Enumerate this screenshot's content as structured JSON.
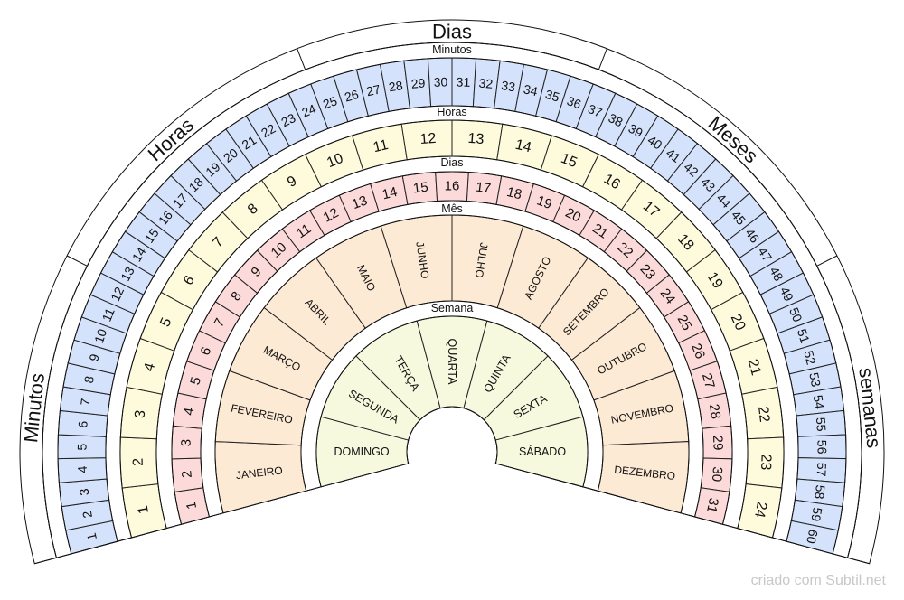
{
  "outer_labels": [
    "Minutos",
    "Horas",
    "Dias",
    "Meses",
    "semanas"
  ],
  "ring_titles": {
    "minutes": "Minutos",
    "hours": "Horas",
    "days": "Dias",
    "months": "Mês",
    "weekdays": "Semana"
  },
  "rings": {
    "minutes": [
      "1",
      "2",
      "3",
      "4",
      "5",
      "6",
      "7",
      "8",
      "9",
      "10",
      "11",
      "12",
      "13",
      "14",
      "15",
      "16",
      "17",
      "18",
      "19",
      "20",
      "21",
      "22",
      "23",
      "24",
      "25",
      "26",
      "27",
      "28",
      "29",
      "30",
      "31",
      "32",
      "33",
      "34",
      "35",
      "36",
      "37",
      "38",
      "39",
      "40",
      "41",
      "42",
      "43",
      "44",
      "45",
      "46",
      "47",
      "48",
      "49",
      "50",
      "51",
      "52",
      "53",
      "54",
      "55",
      "56",
      "57",
      "58",
      "59",
      "60"
    ],
    "hours": [
      "1",
      "2",
      "3",
      "4",
      "5",
      "6",
      "7",
      "8",
      "9",
      "10",
      "11",
      "12",
      "13",
      "14",
      "15",
      "16",
      "17",
      "18",
      "19",
      "20",
      "21",
      "22",
      "23",
      "24"
    ],
    "days": [
      "1",
      "2",
      "3",
      "4",
      "5",
      "6",
      "7",
      "8",
      "9",
      "10",
      "11",
      "12",
      "13",
      "14",
      "15",
      "16",
      "17",
      "18",
      "19",
      "20",
      "21",
      "22",
      "23",
      "24",
      "25",
      "26",
      "27",
      "28",
      "29",
      "30",
      "31"
    ],
    "months": [
      "JANEIRO",
      "FEVEREIRO",
      "MARÇO",
      "ABRIL",
      "MAIO",
      "JUNHO",
      "JULHO",
      "AGOSTO",
      "SETEMBRO",
      "OUTUBRO",
      "NOVEMBRO",
      "DEZEMBRO"
    ],
    "weekdays": [
      "DOMINGO",
      "SEGUNDA",
      "TERÇA",
      "QUARTA",
      "QUINTA",
      "SEXTA",
      "SÁBADO"
    ]
  },
  "colors": {
    "minutes": "#d5e2fb",
    "hours": "#fefbdc",
    "days": "#fddada",
    "months": "#fdead4",
    "weekdays": "#f6f9de"
  },
  "footer": "criado com Subtil.net"
}
